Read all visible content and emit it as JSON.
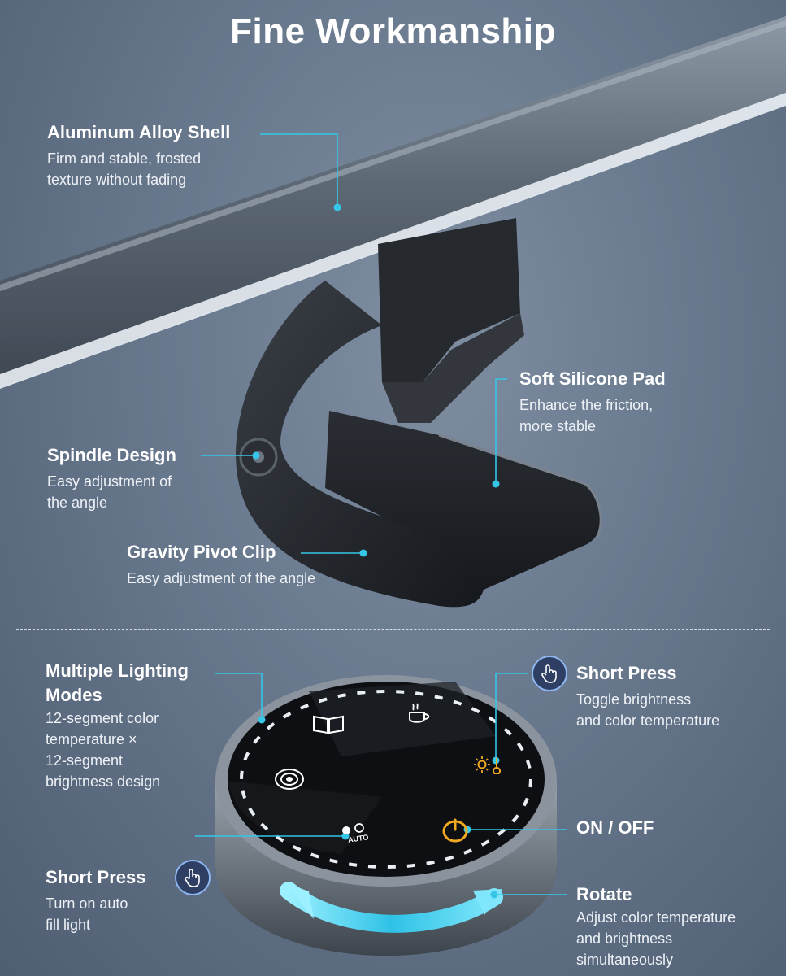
{
  "title": "Fine Workmanship",
  "features": {
    "aluminum": {
      "title": "Aluminum Alloy Shell",
      "desc": [
        "Firm and stable, frosted",
        "texture without fading"
      ]
    },
    "silicone": {
      "title": "Soft Silicone Pad",
      "desc": [
        "Enhance the friction,",
        "more stable"
      ]
    },
    "spindle": {
      "title": "Spindle Design",
      "desc": [
        "Easy adjustment of",
        "the angle"
      ]
    },
    "gravity": {
      "title": "Gravity Pivot Clip",
      "desc": [
        "Easy adjustment of the angle"
      ]
    },
    "lighting": {
      "title": [
        "Multiple Lighting",
        "Modes"
      ],
      "desc": [
        "12-segment color",
        "temperature ×",
        "12-segment",
        "brightness design"
      ]
    },
    "short_press_right": {
      "title": "Short Press",
      "desc": [
        "Toggle brightness",
        "and color temperature"
      ]
    },
    "onoff": {
      "title": "ON / OFF"
    },
    "short_press_left": {
      "title": "Short Press",
      "desc": [
        "Turn on auto",
        "fill light"
      ]
    },
    "rotate": {
      "title": "Rotate",
      "desc": [
        "Adjust color temperature",
        "and brightness",
        "simultaneously"
      ]
    }
  },
  "controller": {
    "auto_label": "AUTO"
  },
  "icons": {
    "hand": "hand-press-icon",
    "book": "book-mode-icon",
    "coffee": "coffee-mode-icon",
    "target": "focus-mode-icon",
    "sun": "brightness-temperature-icon",
    "power": "power-icon",
    "auto": "auto-light-icon",
    "rotate": "rotate-arrow-icon"
  },
  "colors": {
    "accent": "#35c6e8",
    "power": "#f2a922",
    "badge": "#2e3f63"
  }
}
